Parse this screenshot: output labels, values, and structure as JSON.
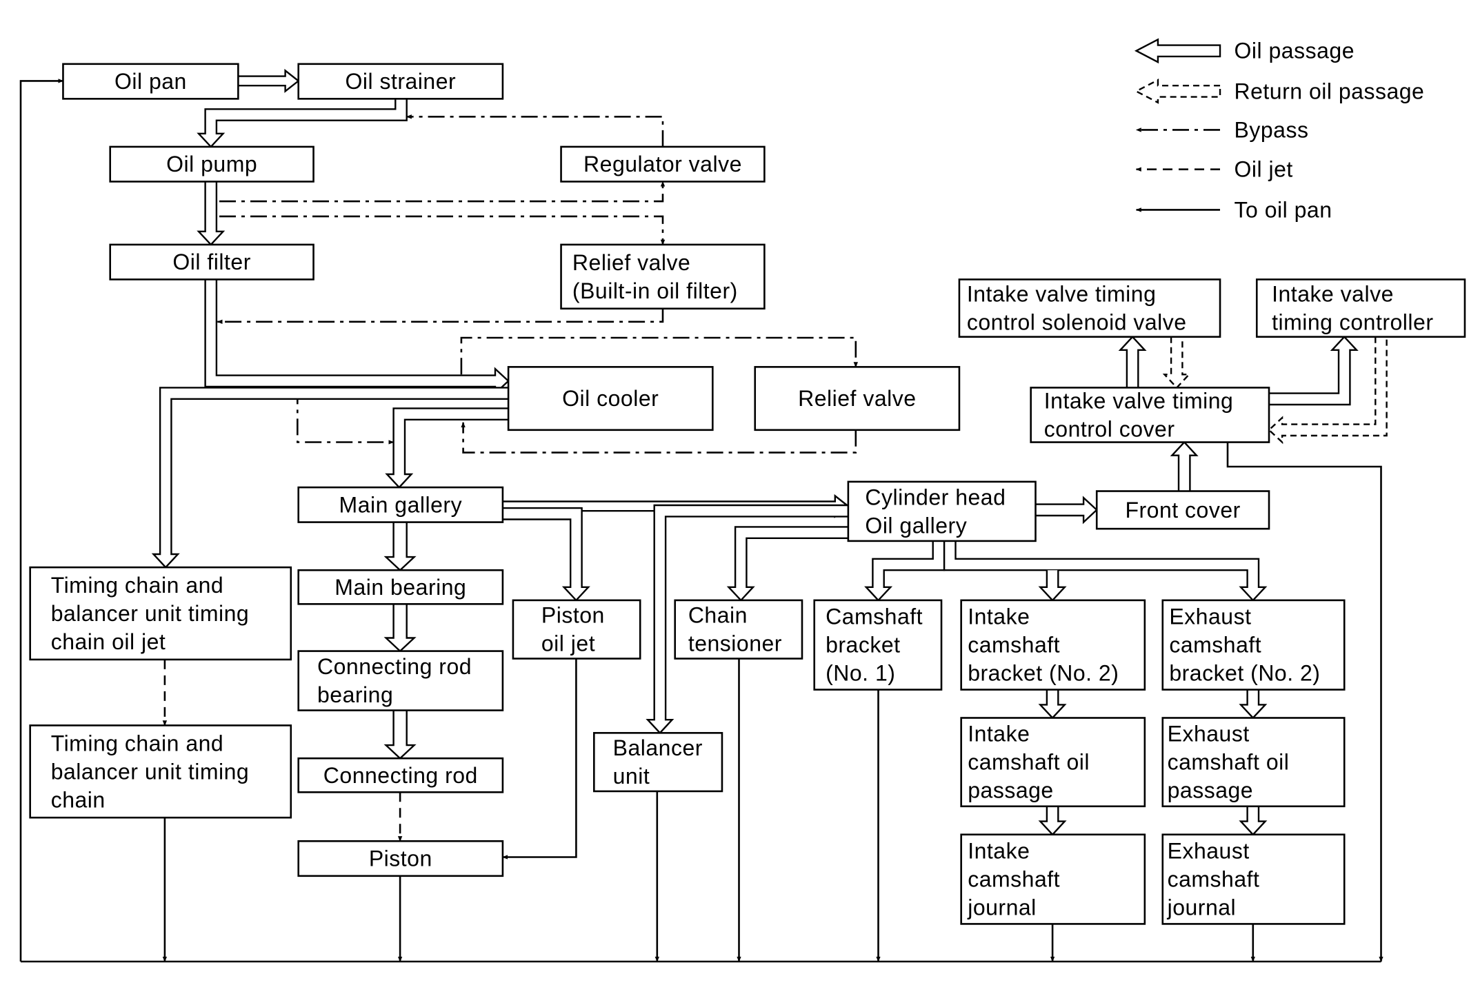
{
  "legend": {
    "items": [
      {
        "label": "Oil passage"
      },
      {
        "label": "Return oil passage"
      },
      {
        "label": "Bypass"
      },
      {
        "label": "Oil jet"
      },
      {
        "label": "To oil pan"
      }
    ]
  },
  "nodes": {
    "oil_pan": {
      "lines": [
        "Oil pan"
      ]
    },
    "oil_strainer": {
      "lines": [
        "Oil strainer"
      ]
    },
    "oil_pump": {
      "lines": [
        "Oil pump"
      ]
    },
    "regulator_valve": {
      "lines": [
        "Regulator valve"
      ]
    },
    "oil_filter": {
      "lines": [
        "Oil filter"
      ]
    },
    "relief_valve_filter": {
      "lines": [
        "Relief valve",
        "(Built-in oil filter)"
      ]
    },
    "oil_cooler": {
      "lines": [
        "Oil cooler"
      ]
    },
    "relief_valve_cooler": {
      "lines": [
        "Relief valve"
      ]
    },
    "main_gallery": {
      "lines": [
        "Main gallery"
      ]
    },
    "main_bearing": {
      "lines": [
        "Main bearing"
      ]
    },
    "connecting_rod_bearing": {
      "lines": [
        "Connecting rod",
        "bearing"
      ]
    },
    "connecting_rod": {
      "lines": [
        "Connecting rod"
      ]
    },
    "piston": {
      "lines": [
        "Piston"
      ]
    },
    "piston_oil_jet": {
      "lines": [
        "Piston",
        "oil jet"
      ]
    },
    "balancer_unit": {
      "lines": [
        "Balancer",
        "unit"
      ]
    },
    "chain_tensioner": {
      "lines": [
        "Chain",
        "tensioner"
      ]
    },
    "timing_chain_oil_jet": {
      "lines": [
        "Timing chain and",
        "balancer unit timing",
        "chain oil jet"
      ]
    },
    "timing_chain": {
      "lines": [
        "Timing chain and",
        "balancer unit timing",
        "chain"
      ]
    },
    "cylinder_head_gallery": {
      "lines": [
        "Cylinder head",
        "Oil gallery"
      ]
    },
    "front_cover": {
      "lines": [
        "Front cover"
      ]
    },
    "ivt_cover": {
      "lines": [
        "Intake valve timing",
        "control cover"
      ]
    },
    "ivt_solenoid": {
      "lines": [
        "Intake valve timing",
        "control solenoid valve"
      ]
    },
    "ivt_controller": {
      "lines": [
        "Intake valve",
        "timing controller"
      ]
    },
    "camshaft_bracket_1": {
      "lines": [
        "Camshaft",
        "bracket",
        "(No. 1)"
      ]
    },
    "intake_bracket_2": {
      "lines": [
        "Intake",
        "camshaft",
        "bracket (No. 2)"
      ]
    },
    "exhaust_bracket_2": {
      "lines": [
        "Exhaust",
        "camshaft",
        "bracket (No. 2)"
      ]
    },
    "intake_oil_passage": {
      "lines": [
        "Intake",
        "camshaft oil",
        "passage"
      ]
    },
    "exhaust_oil_passage": {
      "lines": [
        "Exhaust",
        "camshaft oil",
        "passage"
      ]
    },
    "intake_journal": {
      "lines": [
        "Intake",
        "camshaft",
        "journal"
      ]
    },
    "exhaust_journal": {
      "lines": [
        "Exhaust",
        "camshaft",
        "journal"
      ]
    }
  }
}
